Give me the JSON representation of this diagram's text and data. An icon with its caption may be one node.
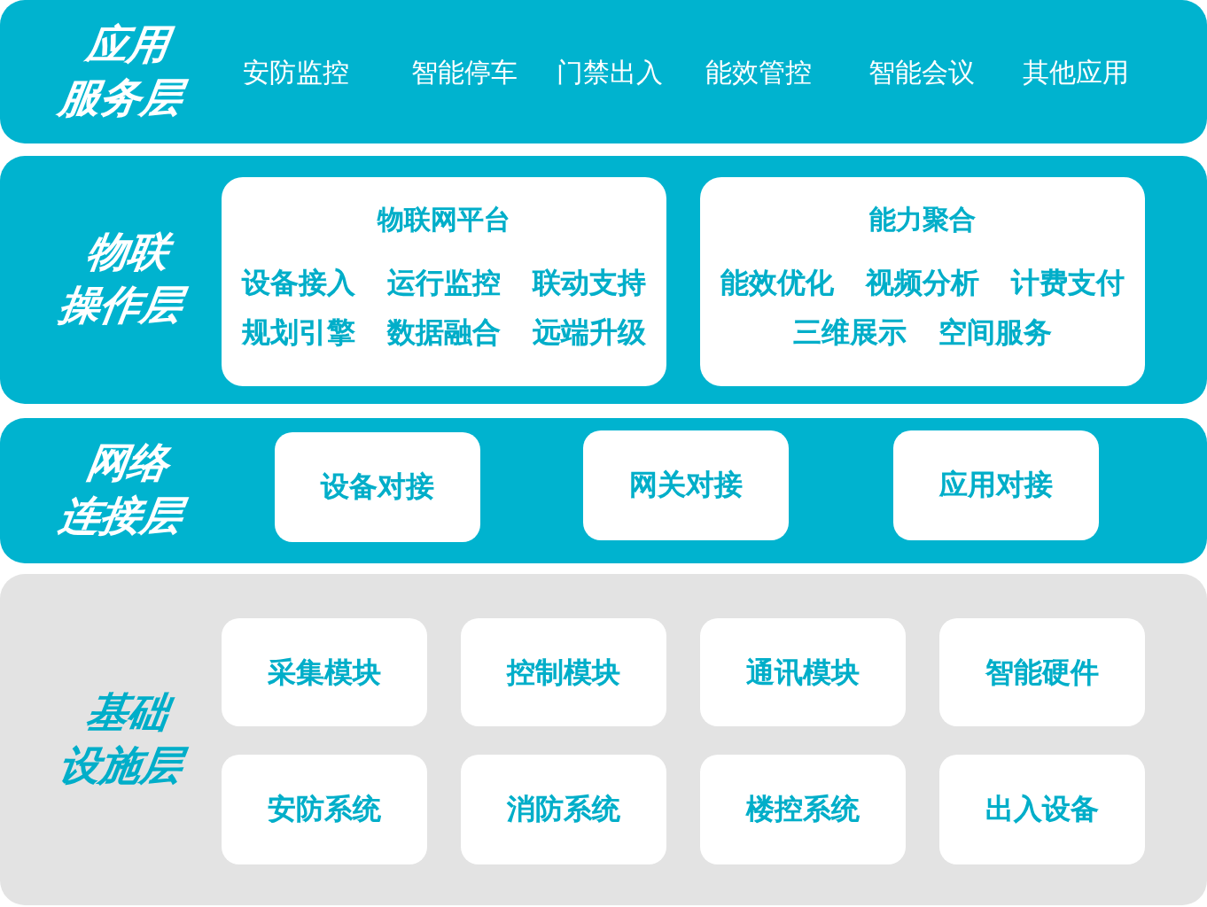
{
  "diagram": {
    "nodes": [
      {
        "text": [
          "应用服务层",
          "安防监控",
          "智能停车",
          "门禁出入",
          "能效管控",
          "智能会议",
          "其他应用"
        ]
      },
      {
        "text": [
          "物联操作层"
        ]
      },
      {
        "text": [
          "物联网平台",
          "设备接入",
          "运行监控",
          "联动支持",
          "规划引擎",
          "数据融合",
          "远端升级"
        ],
        "in": 1
      },
      {
        "text": [
          "能力聚合",
          "能效优化",
          "视频分析",
          "计费支付",
          "三维展示",
          "空间服务"
        ],
        "in": 1
      },
      {
        "text": [
          "网络连接层"
        ]
      },
      {
        "text": [
          "设备对接"
        ],
        "in": 4
      },
      {
        "text": [
          "网关对接"
        ],
        "in": 4
      },
      {
        "text": [
          "应用对接"
        ],
        "in": 4
      },
      {
        "text": [
          "基础设施层"
        ]
      },
      {
        "text": [
          "采集模块"
        ],
        "in": 8
      },
      {
        "text": [
          "控制模块"
        ],
        "in": 8
      },
      {
        "text": [
          "通讯模块"
        ],
        "in": 8
      },
      {
        "text": [
          "智能硬件"
        ],
        "in": 8
      },
      {
        "text": [
          "安防系统"
        ],
        "in": 8
      },
      {
        "text": [
          "消防系统"
        ],
        "in": 8
      },
      {
        "text": [
          "楼控系统"
        ],
        "in": 8
      },
      {
        "text": [
          "出入设备"
        ],
        "in": 8
      }
    ]
  }
}
